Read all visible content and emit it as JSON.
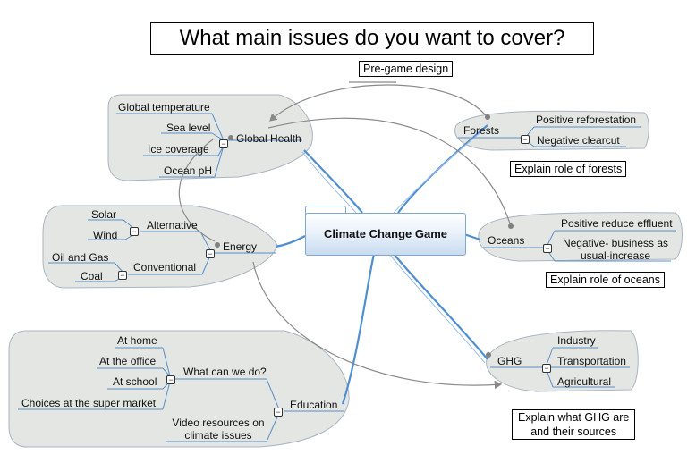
{
  "title": "What main issues do you want to cover?",
  "central": "Climate Change Game",
  "notes": {
    "pregame": "Pre-game design",
    "forests": "Explain role of forests",
    "oceans": "Explain role of oceans",
    "ghg_line1": "Explain what GHG are",
    "ghg_line2": "and their sources"
  },
  "branches": {
    "global_health": {
      "label": "Global Health",
      "children": [
        "Global temperature",
        "Sea level",
        "Ice coverage",
        "Ocean pH"
      ]
    },
    "energy": {
      "label": "Energy",
      "alternative": {
        "label": "Alternative",
        "children": [
          "Solar",
          "Wind"
        ]
      },
      "conventional": {
        "label": "Conventional",
        "children": [
          "Oil and Gas",
          "Coal"
        ]
      }
    },
    "education": {
      "label": "Education",
      "what_can_we_do": {
        "label": "What can we do?",
        "children": [
          "At home",
          "At the office",
          "At school",
          "Choices at the super market"
        ]
      },
      "video_line1": "Video resources on",
      "video_line2": "climate issues"
    },
    "forests": {
      "label": "Forests",
      "children": [
        "Positive reforestation",
        "Negative clearcut"
      ]
    },
    "oceans": {
      "label": "Oceans",
      "children": [
        "Positive reduce effluent"
      ],
      "negative_line1": "Negative- business as",
      "negative_line2": "usual-increase"
    },
    "ghg": {
      "label": "GHG",
      "children": [
        "Industry",
        "Transportation",
        "Agricultural"
      ]
    }
  },
  "colors": {
    "branch_line": "#4f8fd0",
    "group_fill": "#e3e6e3",
    "group_stroke": "#a9b5c3",
    "relation_line": "#8a8a8a"
  }
}
